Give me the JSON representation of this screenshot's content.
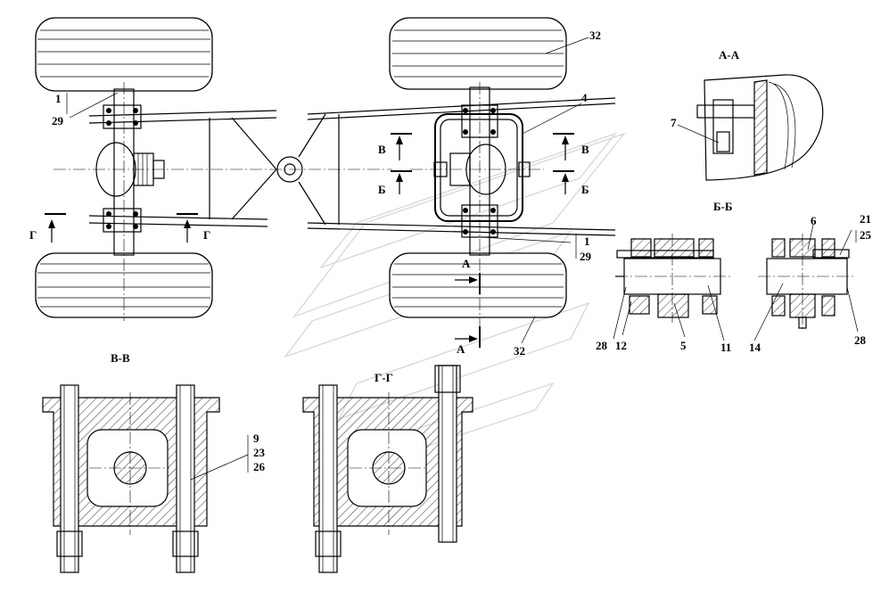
{
  "labels": {
    "p1": "1",
    "p29": "29",
    "p32": "32",
    "p4": "4",
    "p7": "7",
    "p6": "6",
    "p21": "21",
    "p25": "25",
    "p28": "28",
    "p12": "12",
    "p5": "5",
    "p11": "11",
    "p14": "14",
    "p9": "9",
    "p23": "23",
    "p26": "26"
  },
  "sections": {
    "aa": "А-А",
    "bb": "Б-Б",
    "vv": "В-В",
    "gg": "Г-Г"
  },
  "markers": {
    "a": "А",
    "b": "Б",
    "v": "В",
    "g": "Г"
  }
}
